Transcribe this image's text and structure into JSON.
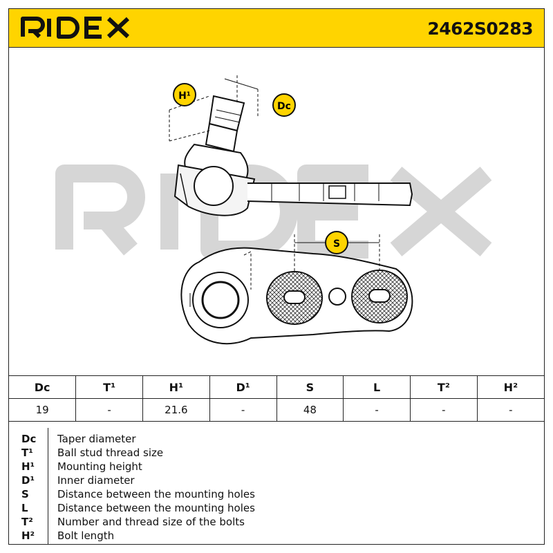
{
  "header": {
    "brand": "RIDEX",
    "part_number": "2462S0283",
    "accent_color": "#ffd400"
  },
  "drawing": {
    "watermark": "RIDEX",
    "callouts": {
      "h1": "H¹",
      "dc": "Dc",
      "s": "S"
    }
  },
  "specs": {
    "headers": [
      "Dc",
      "T¹",
      "H¹",
      "D¹",
      "S",
      "L",
      "T²",
      "H²"
    ],
    "values": [
      "19",
      "-",
      "21.6",
      "-",
      "48",
      "-",
      "-",
      "-"
    ]
  },
  "legend": [
    {
      "code": "Dc",
      "desc": "Taper diameter"
    },
    {
      "code": "T¹",
      "desc": "Ball stud thread size"
    },
    {
      "code": "H¹",
      "desc": "Mounting height"
    },
    {
      "code": "D¹",
      "desc": "Inner diameter"
    },
    {
      "code": "S",
      "desc": "Distance between the mounting holes"
    },
    {
      "code": "L",
      "desc": "Distance between the mounting holes"
    },
    {
      "code": "T²",
      "desc": "Number and thread size of the bolts"
    },
    {
      "code": "H²",
      "desc": "Bolt length"
    }
  ]
}
